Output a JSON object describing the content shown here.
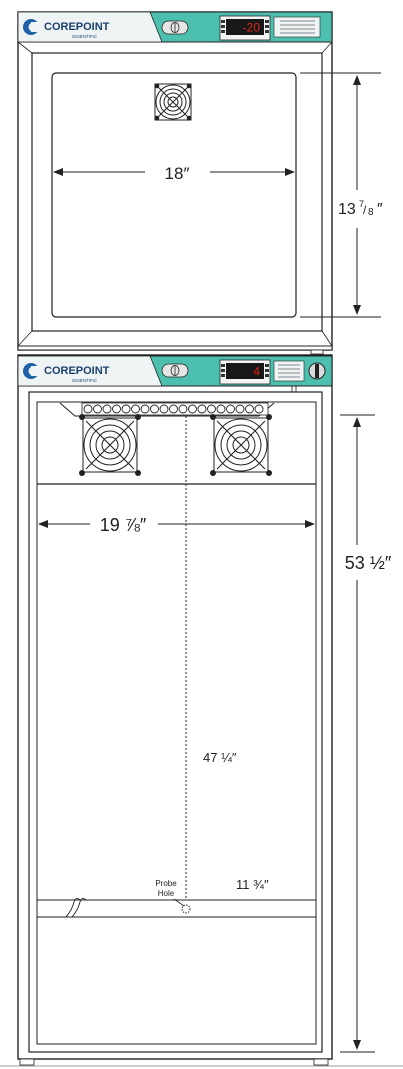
{
  "upper_unit": {
    "brand": "COREPOINT",
    "brand_sub": "SCIENTIFIC",
    "display_value": "-20",
    "dimensions": {
      "width": "18″",
      "height_whole": "13",
      "height_num": "7",
      "height_den": "8",
      "height_unit": "″"
    }
  },
  "lower_unit": {
    "brand": "COREPOINT",
    "brand_sub": "SCIENTIFIC",
    "display_value": "4",
    "dimensions": {
      "width": "19 ⅞″",
      "height": "53 ½″",
      "probe_depth": "47 ¼″",
      "probe_offset": "11 ¾″"
    },
    "probe_label_line1": "Probe",
    "probe_label_line2": "Hole"
  },
  "colors": {
    "panel_teal": "#4dbfae",
    "panel_dark": "#2f8f84",
    "logo_blue": "#1f5fa8",
    "display_red": "#e2231a",
    "outline": "#222222"
  }
}
